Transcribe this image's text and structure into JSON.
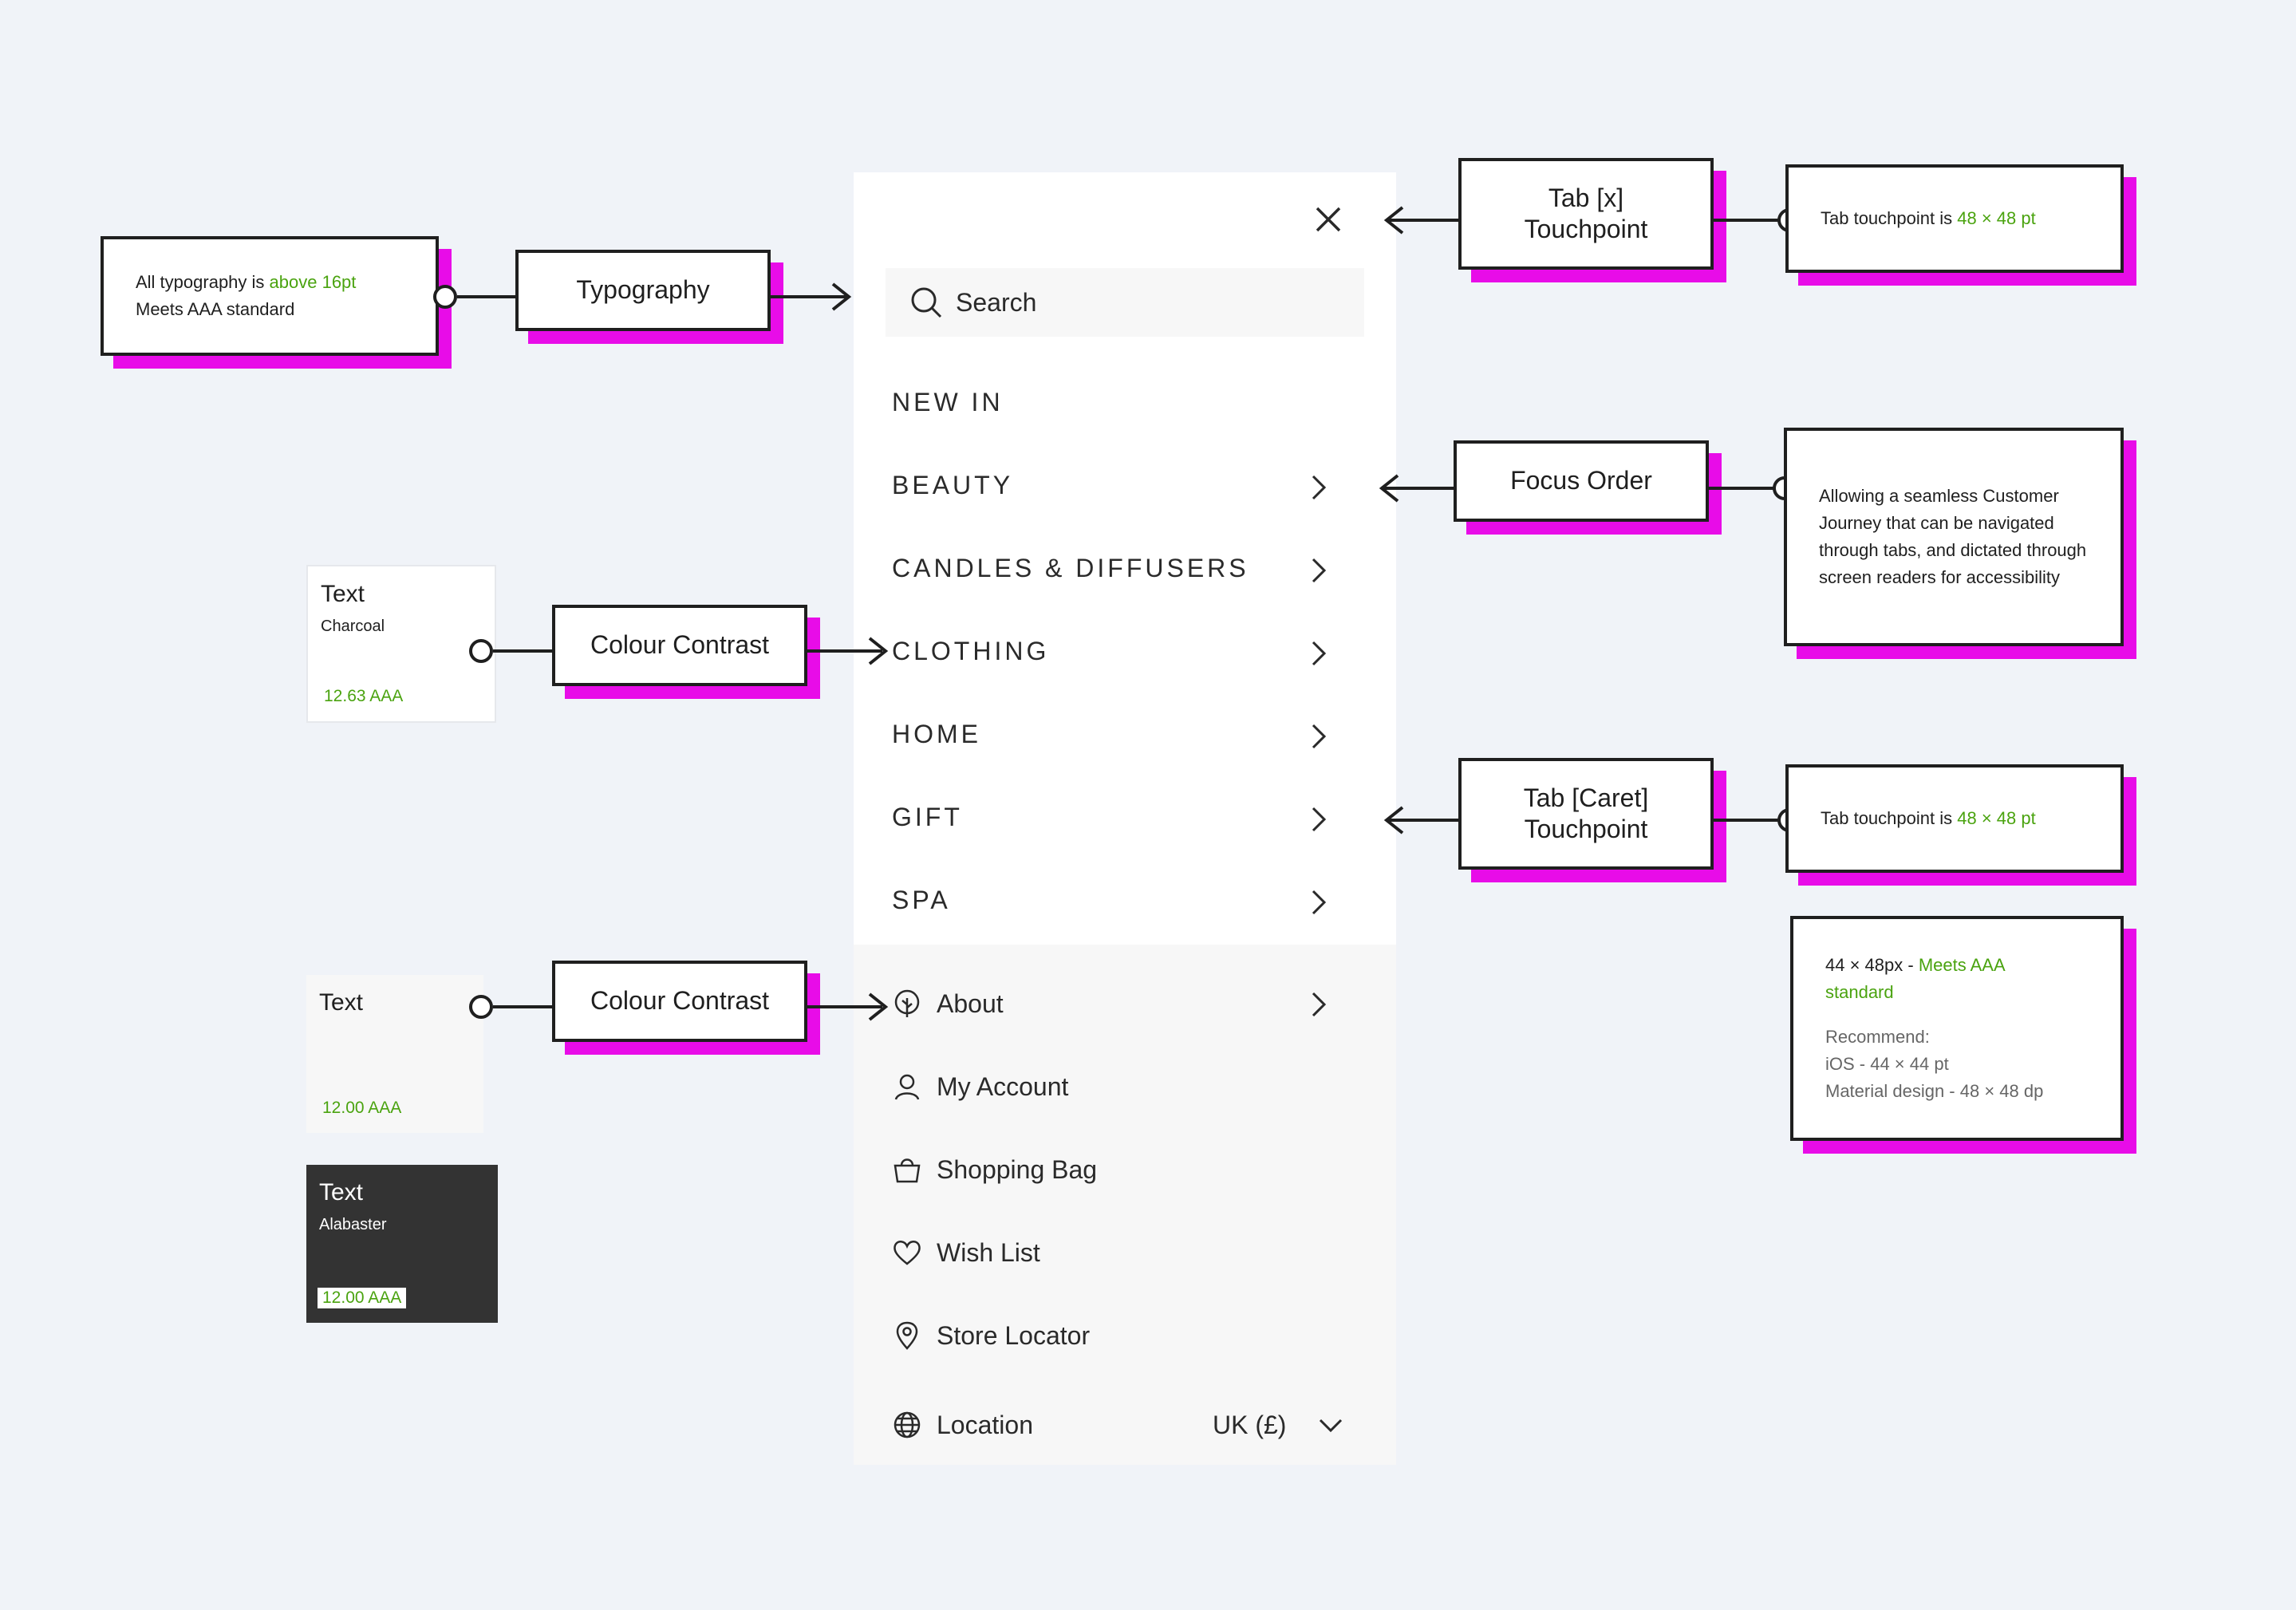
{
  "annotations": {
    "typography_note": {
      "prefix": "All typography is ",
      "highlight": "above 16pt",
      "line2": "Meets AAA standard"
    },
    "typography_label": "Typography",
    "tab_x_label": "Tab [x]\nTouchpoint",
    "tab_x_note": {
      "prefix": "Tab touchpoint is ",
      "highlight": "48 × 48 pt"
    },
    "focus_order_label": "Focus Order",
    "focus_order_note": "Allowing a seamless Customer Journey that can be navigated through tabs, and dictated through screen readers for accessibility",
    "colour_contrast_label_1": "Colour Contrast",
    "colour_contrast_label_2": "Colour Contrast",
    "tab_caret_label": "Tab [Caret]\nTouchpoint",
    "tab_caret_note": {
      "prefix": "Tab touchpoint is ",
      "highlight": "48 × 48 pt"
    },
    "size_note": {
      "prefix": "44 × 48px - ",
      "highlight": "Meets AAA standard",
      "rec_title": "Recommend:",
      "rec_ios": "iOS - 44 × 44 pt",
      "rec_material": "Material design - 48 × 48 dp"
    }
  },
  "swatches": [
    {
      "title": "Text",
      "name": "Charcoal",
      "ratio": "12.63  AAA",
      "bg": "#ffffff",
      "fg": "#1f1f1f"
    },
    {
      "title": "Text",
      "name": "",
      "ratio": "12.00  AAA",
      "bg": "#f7f7f7",
      "fg": "#1f1f1f"
    },
    {
      "title": "Text",
      "name": "Alabaster",
      "ratio": "12.00  AAA",
      "bg": "#333333",
      "fg": "#ffffff"
    }
  ],
  "menu": {
    "close_icon": "close-icon",
    "search_placeholder": "Search",
    "categories": [
      "NEW IN",
      "BEAUTY",
      "CANDLES & DIFFUSERS",
      "CLOTHING",
      "HOME",
      "GIFT",
      "SPA"
    ],
    "utility": [
      {
        "label": "About",
        "icon": "tree-icon"
      },
      {
        "label": "My Account",
        "icon": "user-icon"
      },
      {
        "label": "Shopping Bag",
        "icon": "bag-icon"
      },
      {
        "label": "Wish List",
        "icon": "heart-icon"
      },
      {
        "label": "Store Locator",
        "icon": "pin-icon"
      }
    ],
    "location_label": "Location",
    "location_value": "UK (£)"
  },
  "colors": {
    "accent_shadow": "#e80ce8",
    "highlight_green": "#4aa30f",
    "ink": "#1f1f1f"
  }
}
